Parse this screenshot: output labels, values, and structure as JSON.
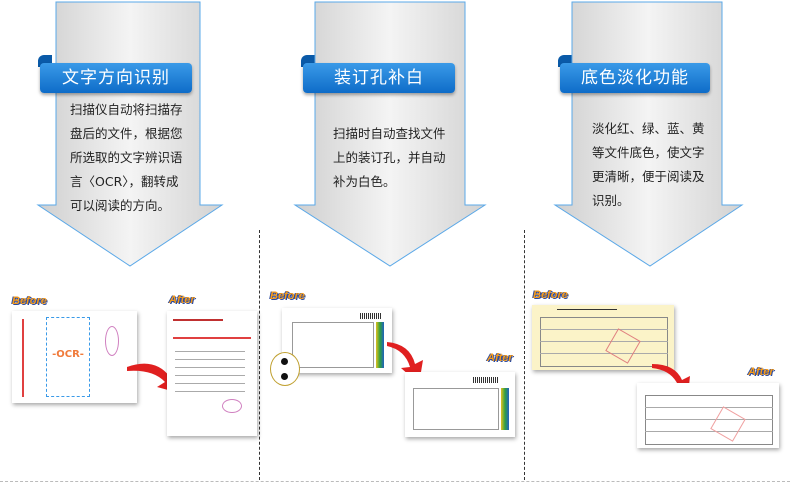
{
  "features": [
    {
      "title": "文字方向识别",
      "lines": [
        "扫描仪自动将扫描存",
        "盘后的文件，根据您",
        "所选取的文字辨识语",
        "言〈OCR〉，翻转成",
        "可以阅读的方向。"
      ],
      "ocr_label": "-OCR-"
    },
    {
      "title": "装订孔补白",
      "lines": [
        "扫描时自动查找文件",
        "上的装订孔，并自动",
        "补为白色。"
      ]
    },
    {
      "title": "底色淡化功能",
      "lines": [
        "淡化红、绿、蓝、黄",
        "等文件底色，使文字",
        "更清晰，便于阅读及",
        "识别。"
      ]
    }
  ],
  "before_label": "Before",
  "after_label": "After",
  "colors": {
    "banner": "#1a7ad6",
    "arrow_red": "#e02020",
    "label": "#f49a1a"
  }
}
